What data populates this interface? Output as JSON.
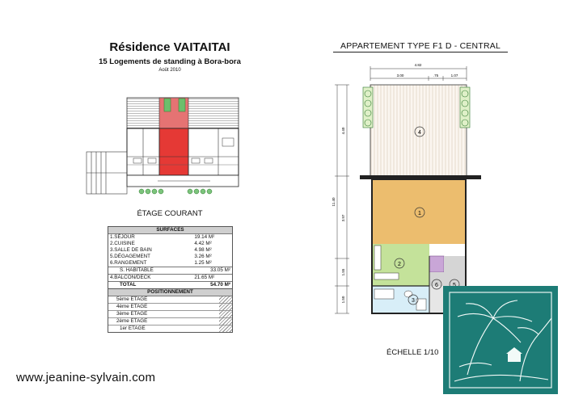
{
  "header": {
    "title": "Résidence VAITAITAI",
    "subtitle": "15 Logements de standing à Bora-bora",
    "date": "Août 2010"
  },
  "floor_plan": {
    "label": "ÉTAGE COURANT"
  },
  "apartment": {
    "title": "APPARTEMENT TYPE F1 D - CENTRAL",
    "scale": "ÉCHELLE 1/10",
    "dims_top": {
      "total": "4.82",
      "a": "3.00",
      "b": ".75",
      "c": "1.07"
    },
    "dims_side": {
      "balcony": "4.40",
      "total": "11.40",
      "room": "3.97",
      "kitchen": "1.55",
      "bath": "1.50"
    },
    "room_numbers": [
      "1",
      "2",
      "3",
      "4",
      "5",
      "6"
    ]
  },
  "surfaces": {
    "header": "SURFACES",
    "rows": [
      {
        "label": "1.SÉJOUR",
        "value": "19.14 M²"
      },
      {
        "label": "2.CUISINE",
        "value": "4.42 M²"
      },
      {
        "label": "3.SALLE DE BAIN",
        "value": "4.98 M²"
      },
      {
        "label": "5.DÉGAGEMENT",
        "value": "3.26 M²"
      },
      {
        "label": "6.RANGEMENT",
        "value": "1.25 M²"
      }
    ],
    "habitable": {
      "label": "S. HABITABLE",
      "value": "33.05 M²"
    },
    "balcony": {
      "label": "4.BALCON/DECK",
      "value": "21.65 M²"
    },
    "total": {
      "label": "TOTAL",
      "value": "54.70 M²"
    }
  },
  "positioning": {
    "header": "POSITIONNEMENT",
    "floors": [
      "5ème ETAGE",
      "4ème ETAGE",
      "3ème ETAGE",
      "2ème ETAGE",
      "1er ETAGE"
    ]
  },
  "footer": {
    "website": "www.jeanine-sylvain.com"
  },
  "colors": {
    "living": "#e9b96a",
    "kitchen": "#b9d98a",
    "bath": "#cfe6f2",
    "storage": "#c9a6d7",
    "highlight": "#e53935",
    "logo_bg": "#1d7c76"
  }
}
